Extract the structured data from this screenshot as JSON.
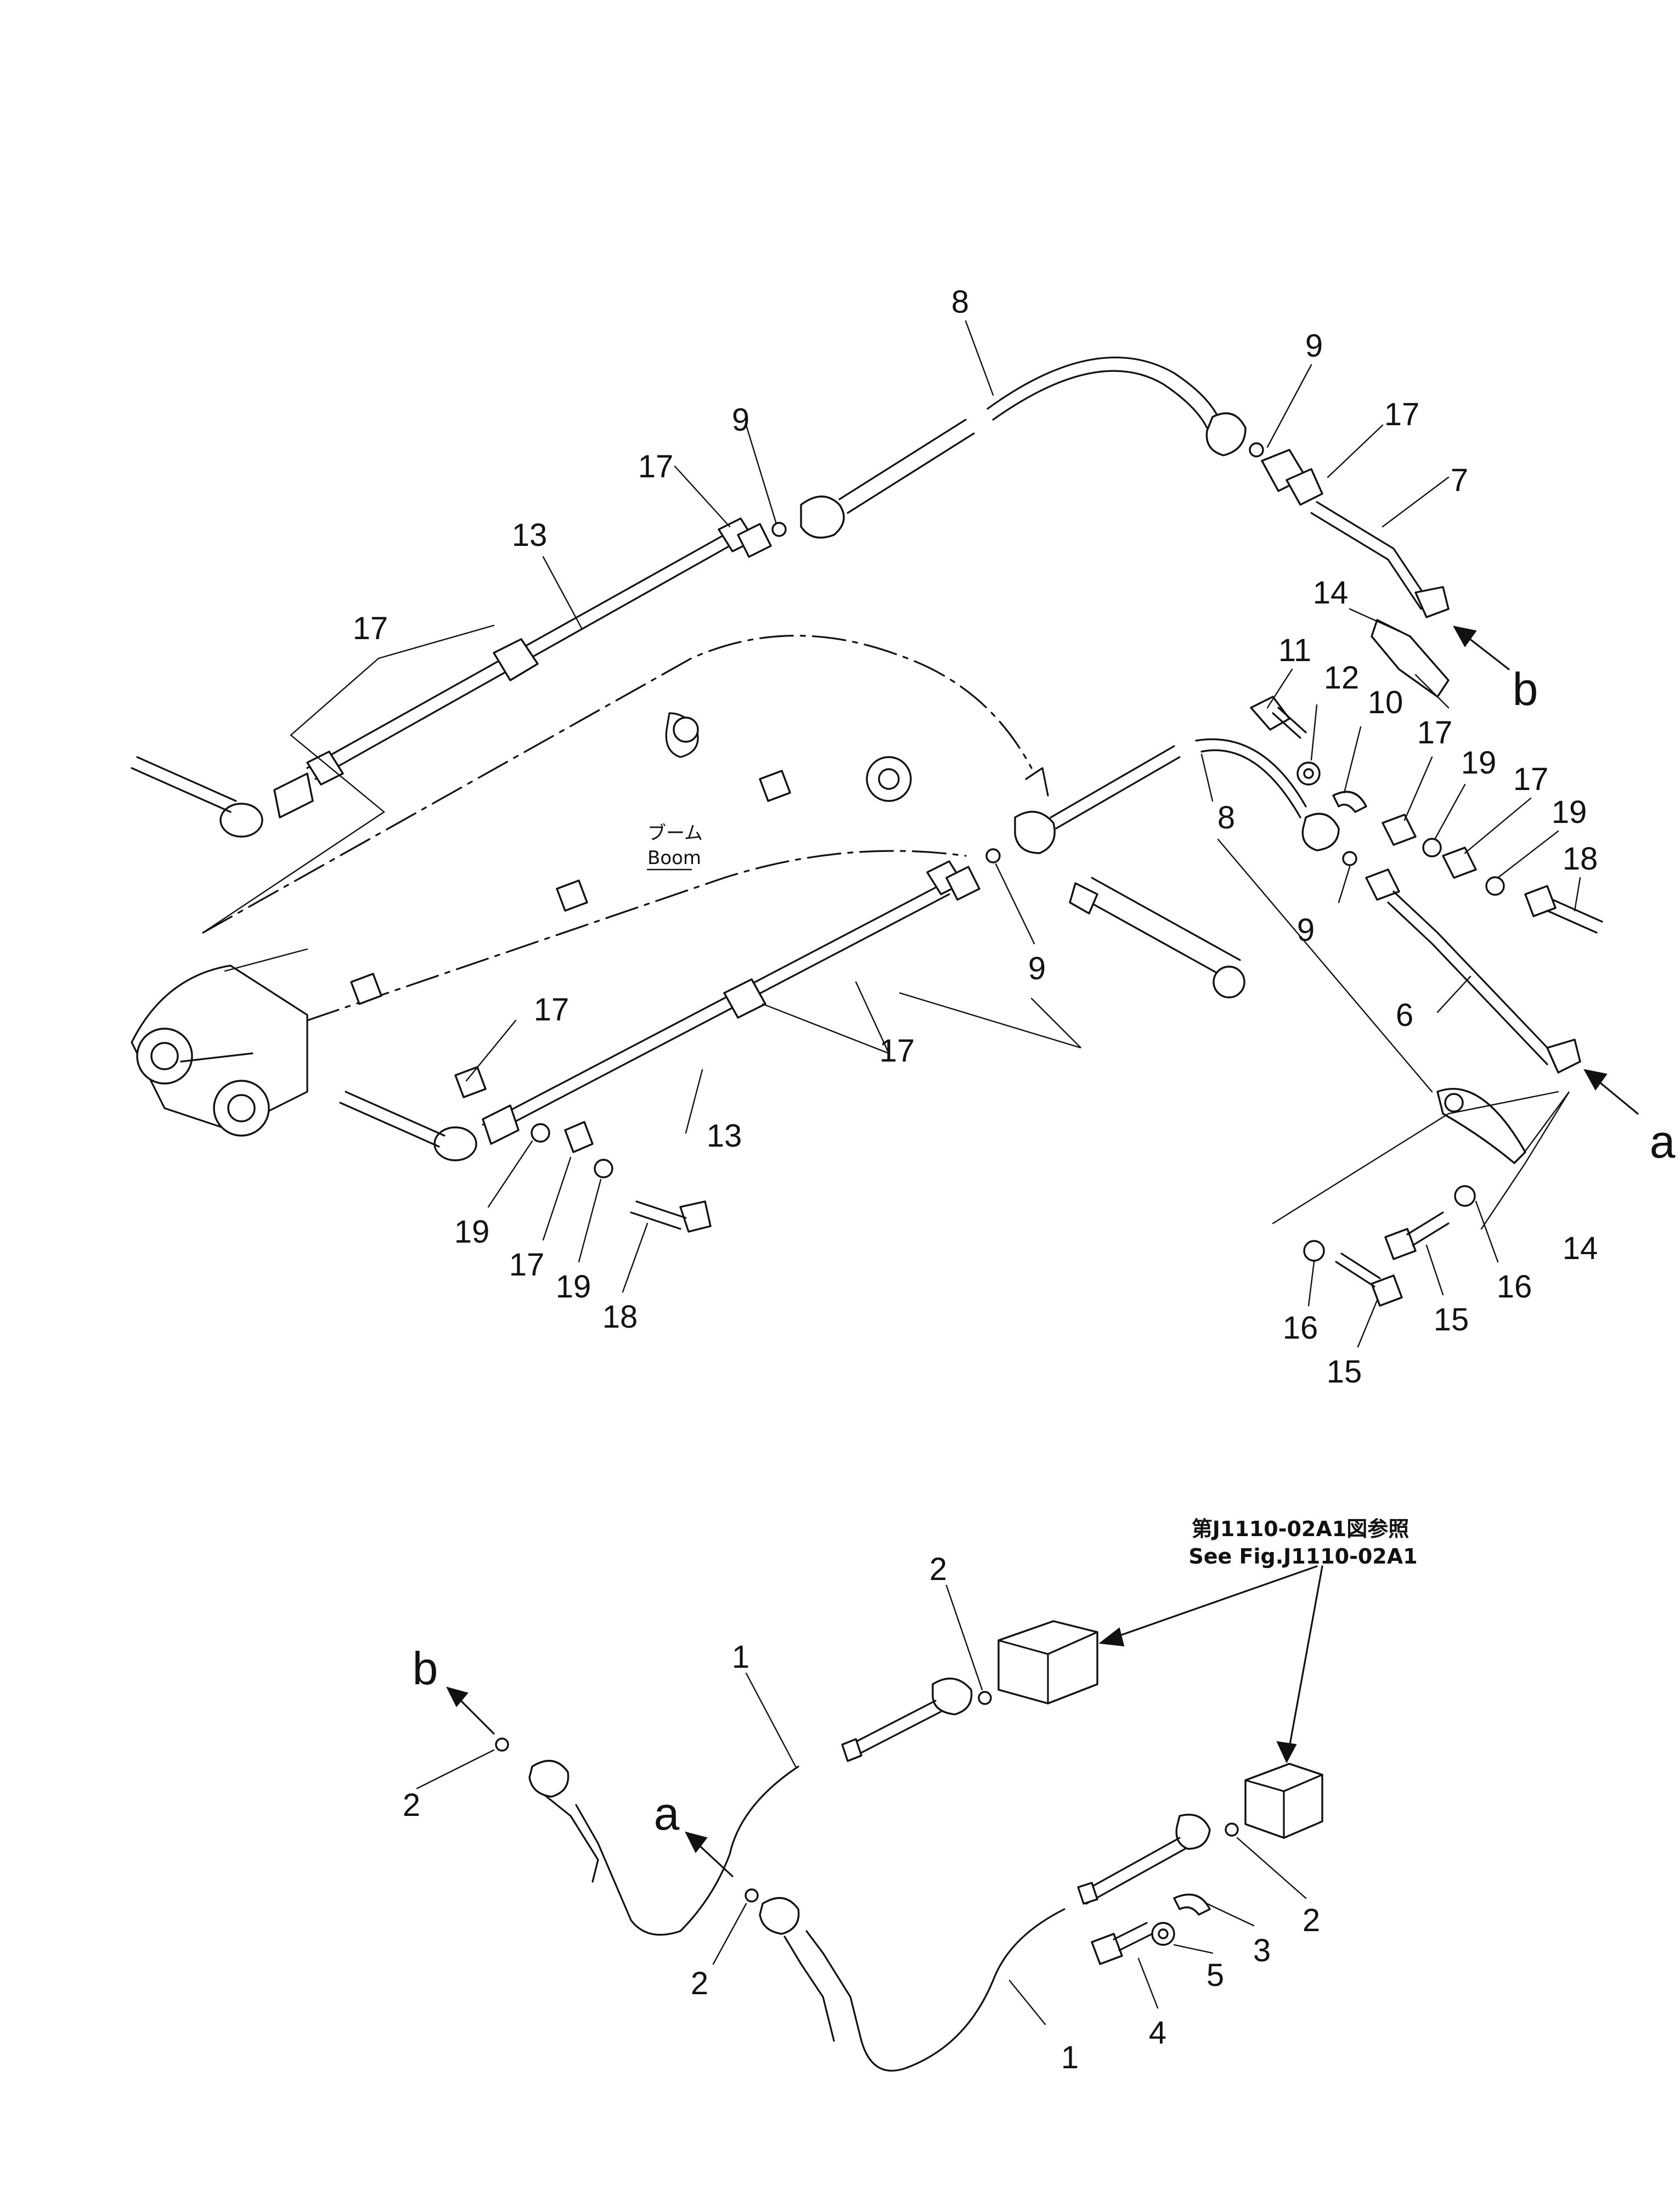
{
  "boom_label": {
    "jp": "ブーム",
    "en": "Boom"
  },
  "reference_note": {
    "jp": "第J1110-02A1図参照",
    "en": "See Fig.J1110-02A1"
  },
  "part_labels": {
    "p8_top": "8",
    "p9_top_right": "9",
    "p17_top_right": "17",
    "p7": "7",
    "p9_top_left": "9",
    "p17_top_left": "17",
    "p13_top": "13",
    "p17_left": "17",
    "p14_top": "14",
    "p11": "11",
    "p12": "12",
    "p10": "10",
    "p17_mid_right_a": "17",
    "p19_mid_right_a": "19",
    "p17_mid_right_b": "17",
    "p19_mid_right_b": "19",
    "p18_right": "18",
    "p8_mid": "8",
    "p9_mid_right": "9",
    "p9_mid": "9",
    "p6": "6",
    "p17_mid_lower": "17",
    "p17_mid_center": "17",
    "p13_bottom": "13",
    "p19_left_a": "19",
    "p17_left_b": "17",
    "p19_left_b": "19",
    "p18_left": "18",
    "p14_bottom": "14",
    "p15_a": "15",
    "p16_a": "16",
    "p16_b": "16",
    "p15_b": "15",
    "p2_top": "2",
    "p1_top": "1",
    "p2_left": "2",
    "p2_mid": "2",
    "p2_right": "2",
    "p3": "3",
    "p5": "5",
    "p4": "4",
    "p1_bottom": "1"
  },
  "arrow_letters": {
    "b_top": "b",
    "a_top": "a",
    "b_bottom": "b",
    "a_bottom": "a"
  }
}
